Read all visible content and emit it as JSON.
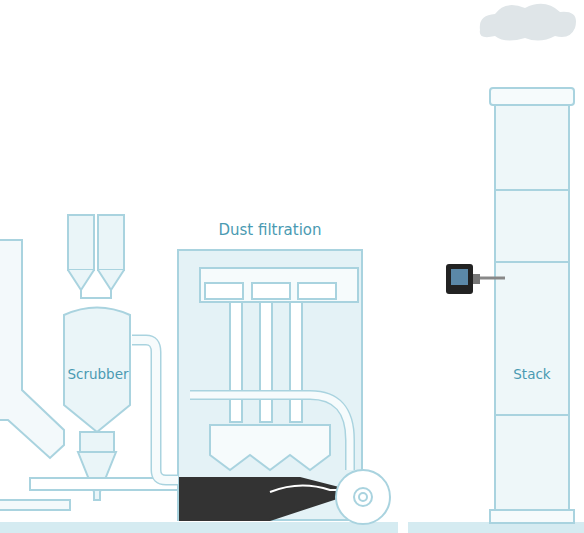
{
  "diagram": {
    "nodes": [
      {
        "text": [
          "Scrubber"
        ]
      },
      {
        "text": [
          "Dust filtration"
        ]
      },
      {
        "text": [
          "Stack"
        ]
      }
    ],
    "edges": [
      {
        "from": 0,
        "to": 1,
        "arrow": "none"
      }
    ]
  }
}
